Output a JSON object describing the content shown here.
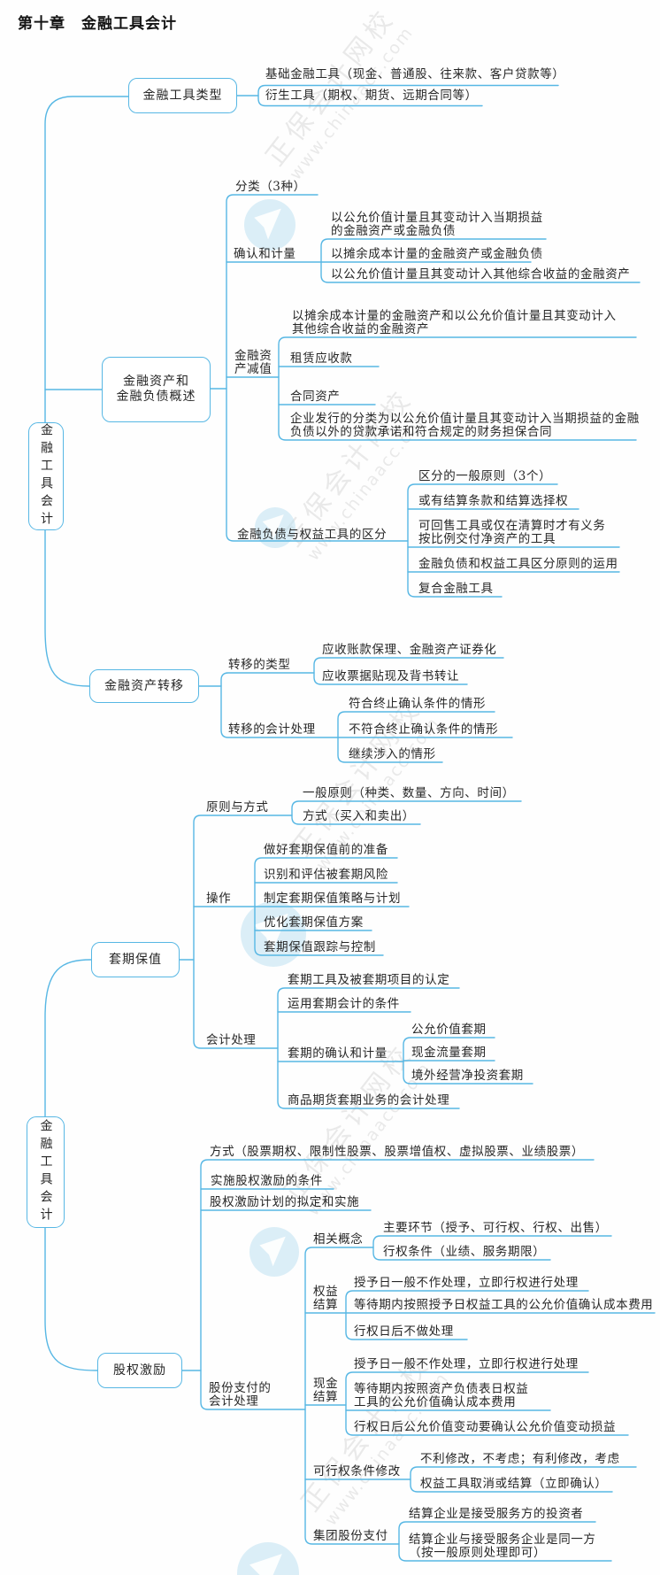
{
  "title": "第十章　金融工具会计",
  "watermark": {
    "brand": "正保会计网校",
    "url": "www.chinaacc.com",
    "logo_icon": "paper-plane-logo"
  },
  "colors": {
    "line_blue": "#57b7e4",
    "text": "#262626"
  },
  "map": {
    "root1": "金融工具会计",
    "root2": "金融工具会计",
    "types": {
      "label": "金融工具类型",
      "basic": "基础金融工具（现金、普通股、往来款、客户贷款等）",
      "derivative": "衍生工具（期权、期货、远期合同等）"
    },
    "overview": {
      "label": "金融资产和\n金融负债概述",
      "classification": "分类（3种）",
      "recognition": {
        "label": "确认和计量",
        "fvtpl": "以公允价值计量且其变动计入当期损益\n的金融资产或金融负债",
        "amortized": "以摊余成本计量的金融资产或金融负债",
        "fvoci": "以公允价值计量且其变动计入其他综合收益的金融资产"
      },
      "impairment": {
        "label": "金融资\n产减值",
        "scope": "以摊余成本计量的金融资产和以公允价值计量且其变动计入\n其他综合收益的金融资产",
        "lease": "租赁应收款",
        "contract": "合同资产",
        "commitment": "企业发行的分类为以公允价值计量且其变动计入当期损益的金融\n负债以外的贷款承诺和符合规定的财务担保合同"
      },
      "distinction": {
        "label": "金融负债与权益工具的区分",
        "principles": "区分的一般原则（3个）",
        "contingent": "或有结算条款和结算选择权",
        "puttable": "可回售工具或仅在清算时才有义务\n按比例交付净资产的工具",
        "application": "金融负债和权益工具区分原则的运用",
        "compound": "复合金融工具"
      }
    },
    "transfer": {
      "label": "金融资产转移",
      "types": {
        "label": "转移的类型",
        "factoring": "应收账款保理、金融资产证券化",
        "discount": "应收票据贴现及背书转让"
      },
      "accounting": {
        "label": "转移的会计处理",
        "qualified": "符合终止确认条件的情形",
        "not_qualified": "不符合终止确认条件的情形",
        "continuing": "继续涉入的情形"
      }
    },
    "hedging": {
      "label": "套期保值",
      "principles": {
        "label": "原则与方式",
        "general": "一般原则（种类、数量、方向、时间）",
        "ways": "方式（买入和卖出）"
      },
      "operation": {
        "label": "操作",
        "prepare": "做好套期保值前的准备",
        "identify": "识别和评估被套期风险",
        "strategy": "制定套期保值策略与计划",
        "optimize": "优化套期保值方案",
        "track": "套期保值跟踪与控制"
      },
      "accounting": {
        "label": "会计处理",
        "designation": "套期工具及被套期项目的认定",
        "conditions": "运用套期会计的条件",
        "measurement": {
          "label": "套期的确认和计量",
          "fair_value": "公允价值套期",
          "cash_flow": "现金流量套期",
          "net_investment": "境外经营净投资套期"
        },
        "commodity": "商品期货套期业务的会计处理"
      }
    },
    "incentive": {
      "label": "股权激励",
      "ways": "方式（股票期权、限制性股票、股票增值权、虚拟股票、业绩股票）",
      "conditions": "实施股权激励的条件",
      "plan": "股权激励计划的拟定和实施",
      "payment": {
        "label": "股份支付的\n会计处理",
        "concepts": {
          "label": "相关概念",
          "stages": "主要环节（授予、可行权、行权、出售）",
          "vesting": "行权条件（业绩、服务期限）"
        },
        "equity": {
          "label": "权益\n结算",
          "grant": "授予日一般不作处理，立即行权进行处理",
          "waiting": "等待期内按照授予日权益工具的公允价值确认成本费用",
          "after": "行权日后不做处理"
        },
        "cash": {
          "label": "现金\n结算",
          "grant": "授予日一般不作处理，立即行权进行处理",
          "waiting": "等待期内按照资产负债表日权益\n工具的公允价值确认成本费用",
          "after": "行权日后公允价值变动要确认公允价值变动损益"
        },
        "modify": {
          "label": "可行权条件修改",
          "adverse": "不利修改，不考虑；有利修改，考虑",
          "cancel": "权益工具取消或结算（立即确认）"
        },
        "group": {
          "label": "集团股份支付",
          "investor": "结算企业是接受服务方的投资者",
          "same_party": "结算企业与接受服务企业是同一方\n（按一般原则处理即可）"
        }
      }
    }
  }
}
